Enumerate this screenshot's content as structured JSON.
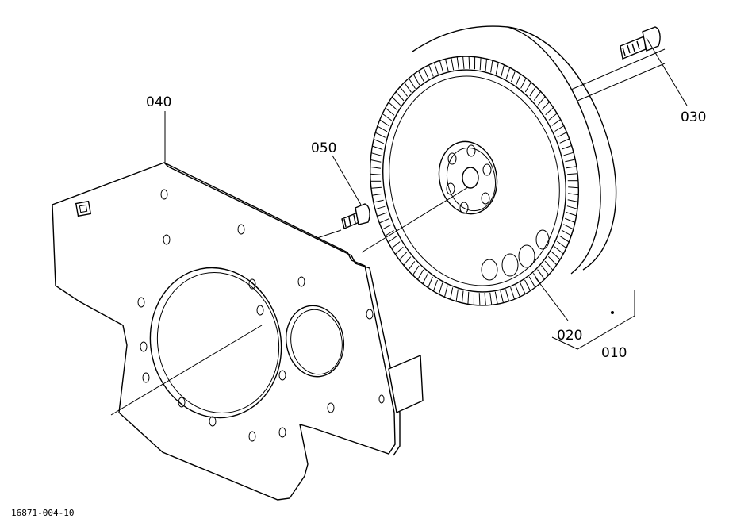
{
  "labels": {
    "plate": "040",
    "plate_bolt": "050",
    "flywheel_bolt": "030",
    "ring_gear": "020",
    "flywheel_assy": "010"
  },
  "drawing_code": "16871-004-10"
}
